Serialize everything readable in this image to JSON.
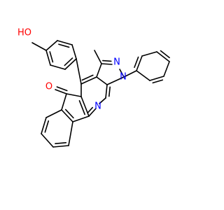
{
  "molecule": {
    "atoms": [
      {
        "id": "o_oh",
        "label": "HO",
        "color": "#ff0000"
      },
      {
        "id": "ch3",
        "label": "",
        "color": "#000000"
      },
      {
        "id": "n_pyrazole_2",
        "label": "N",
        "color": "#0000ff"
      },
      {
        "id": "n_pyrazole_1",
        "label": "N",
        "color": "#0000ff"
      },
      {
        "id": "n_pyridine",
        "label": "N",
        "color": "#0000ff"
      },
      {
        "id": "o_ketone",
        "label": "O",
        "color": "#ff0000"
      }
    ],
    "colors": {
      "bond": "#000000",
      "nitrogen": "#0000ff",
      "oxygen": "#ff0000",
      "background": "#ffffff"
    }
  }
}
